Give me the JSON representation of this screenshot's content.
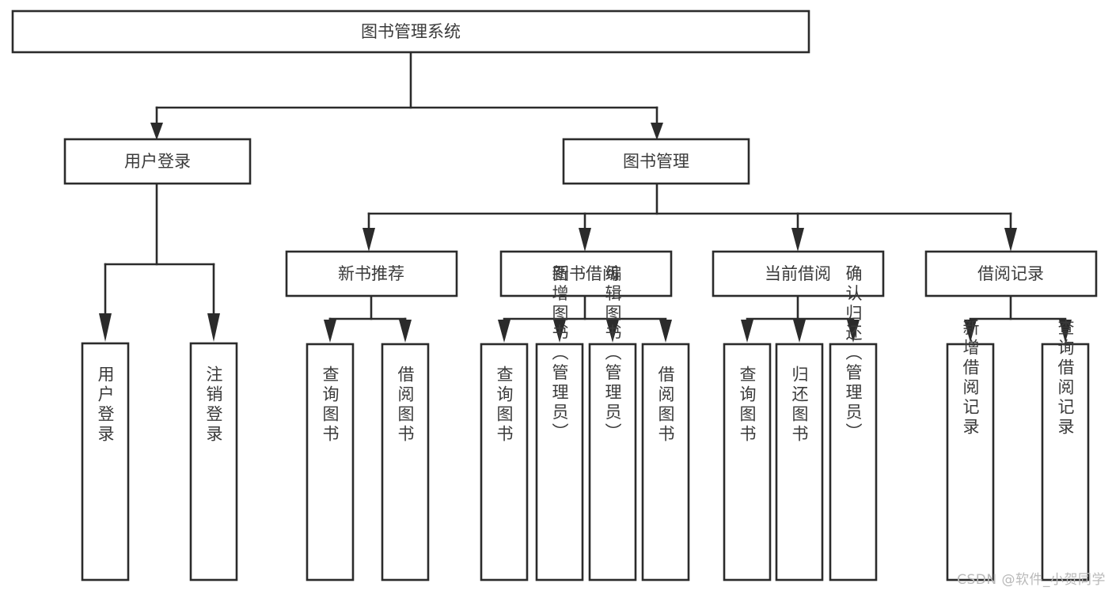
{
  "diagram": {
    "title": "图书管理系统",
    "type": "功能结构图",
    "watermark": "CSDN @软件_小贺同学",
    "colors": {
      "background": "#ffffff",
      "box_fill": "#ffffff",
      "box_stroke": "#2b2b2b",
      "text": "#3a3a3a",
      "watermark": "#b9b9b9"
    },
    "root": {
      "label": "图书管理系统"
    },
    "level1": [
      {
        "label": "用户登录"
      },
      {
        "label": "图书管理"
      }
    ],
    "level2": [
      {
        "label": "新书推荐"
      },
      {
        "label": "图书借阅"
      },
      {
        "label": "当前借阅"
      },
      {
        "label": "借阅记录"
      }
    ],
    "leaves": {
      "user_login": [
        {
          "label": "用户登录"
        },
        {
          "label": "注销登录"
        }
      ],
      "new_book_recommend": [
        {
          "label": "查询图书"
        },
        {
          "label": "借阅图书"
        }
      ],
      "book_borrow": [
        {
          "label": "查询图书"
        },
        {
          "label": "新增图书（管理员）"
        },
        {
          "label": "编辑图书（管理员）"
        },
        {
          "label": "借阅图书"
        }
      ],
      "current_borrow": [
        {
          "label": "查询图书"
        },
        {
          "label": "归还图书"
        },
        {
          "label": "确认归还（管理员）"
        }
      ],
      "borrow_record": [
        {
          "label": "新增借阅记录"
        },
        {
          "label": "查询借阅记录"
        }
      ]
    }
  }
}
